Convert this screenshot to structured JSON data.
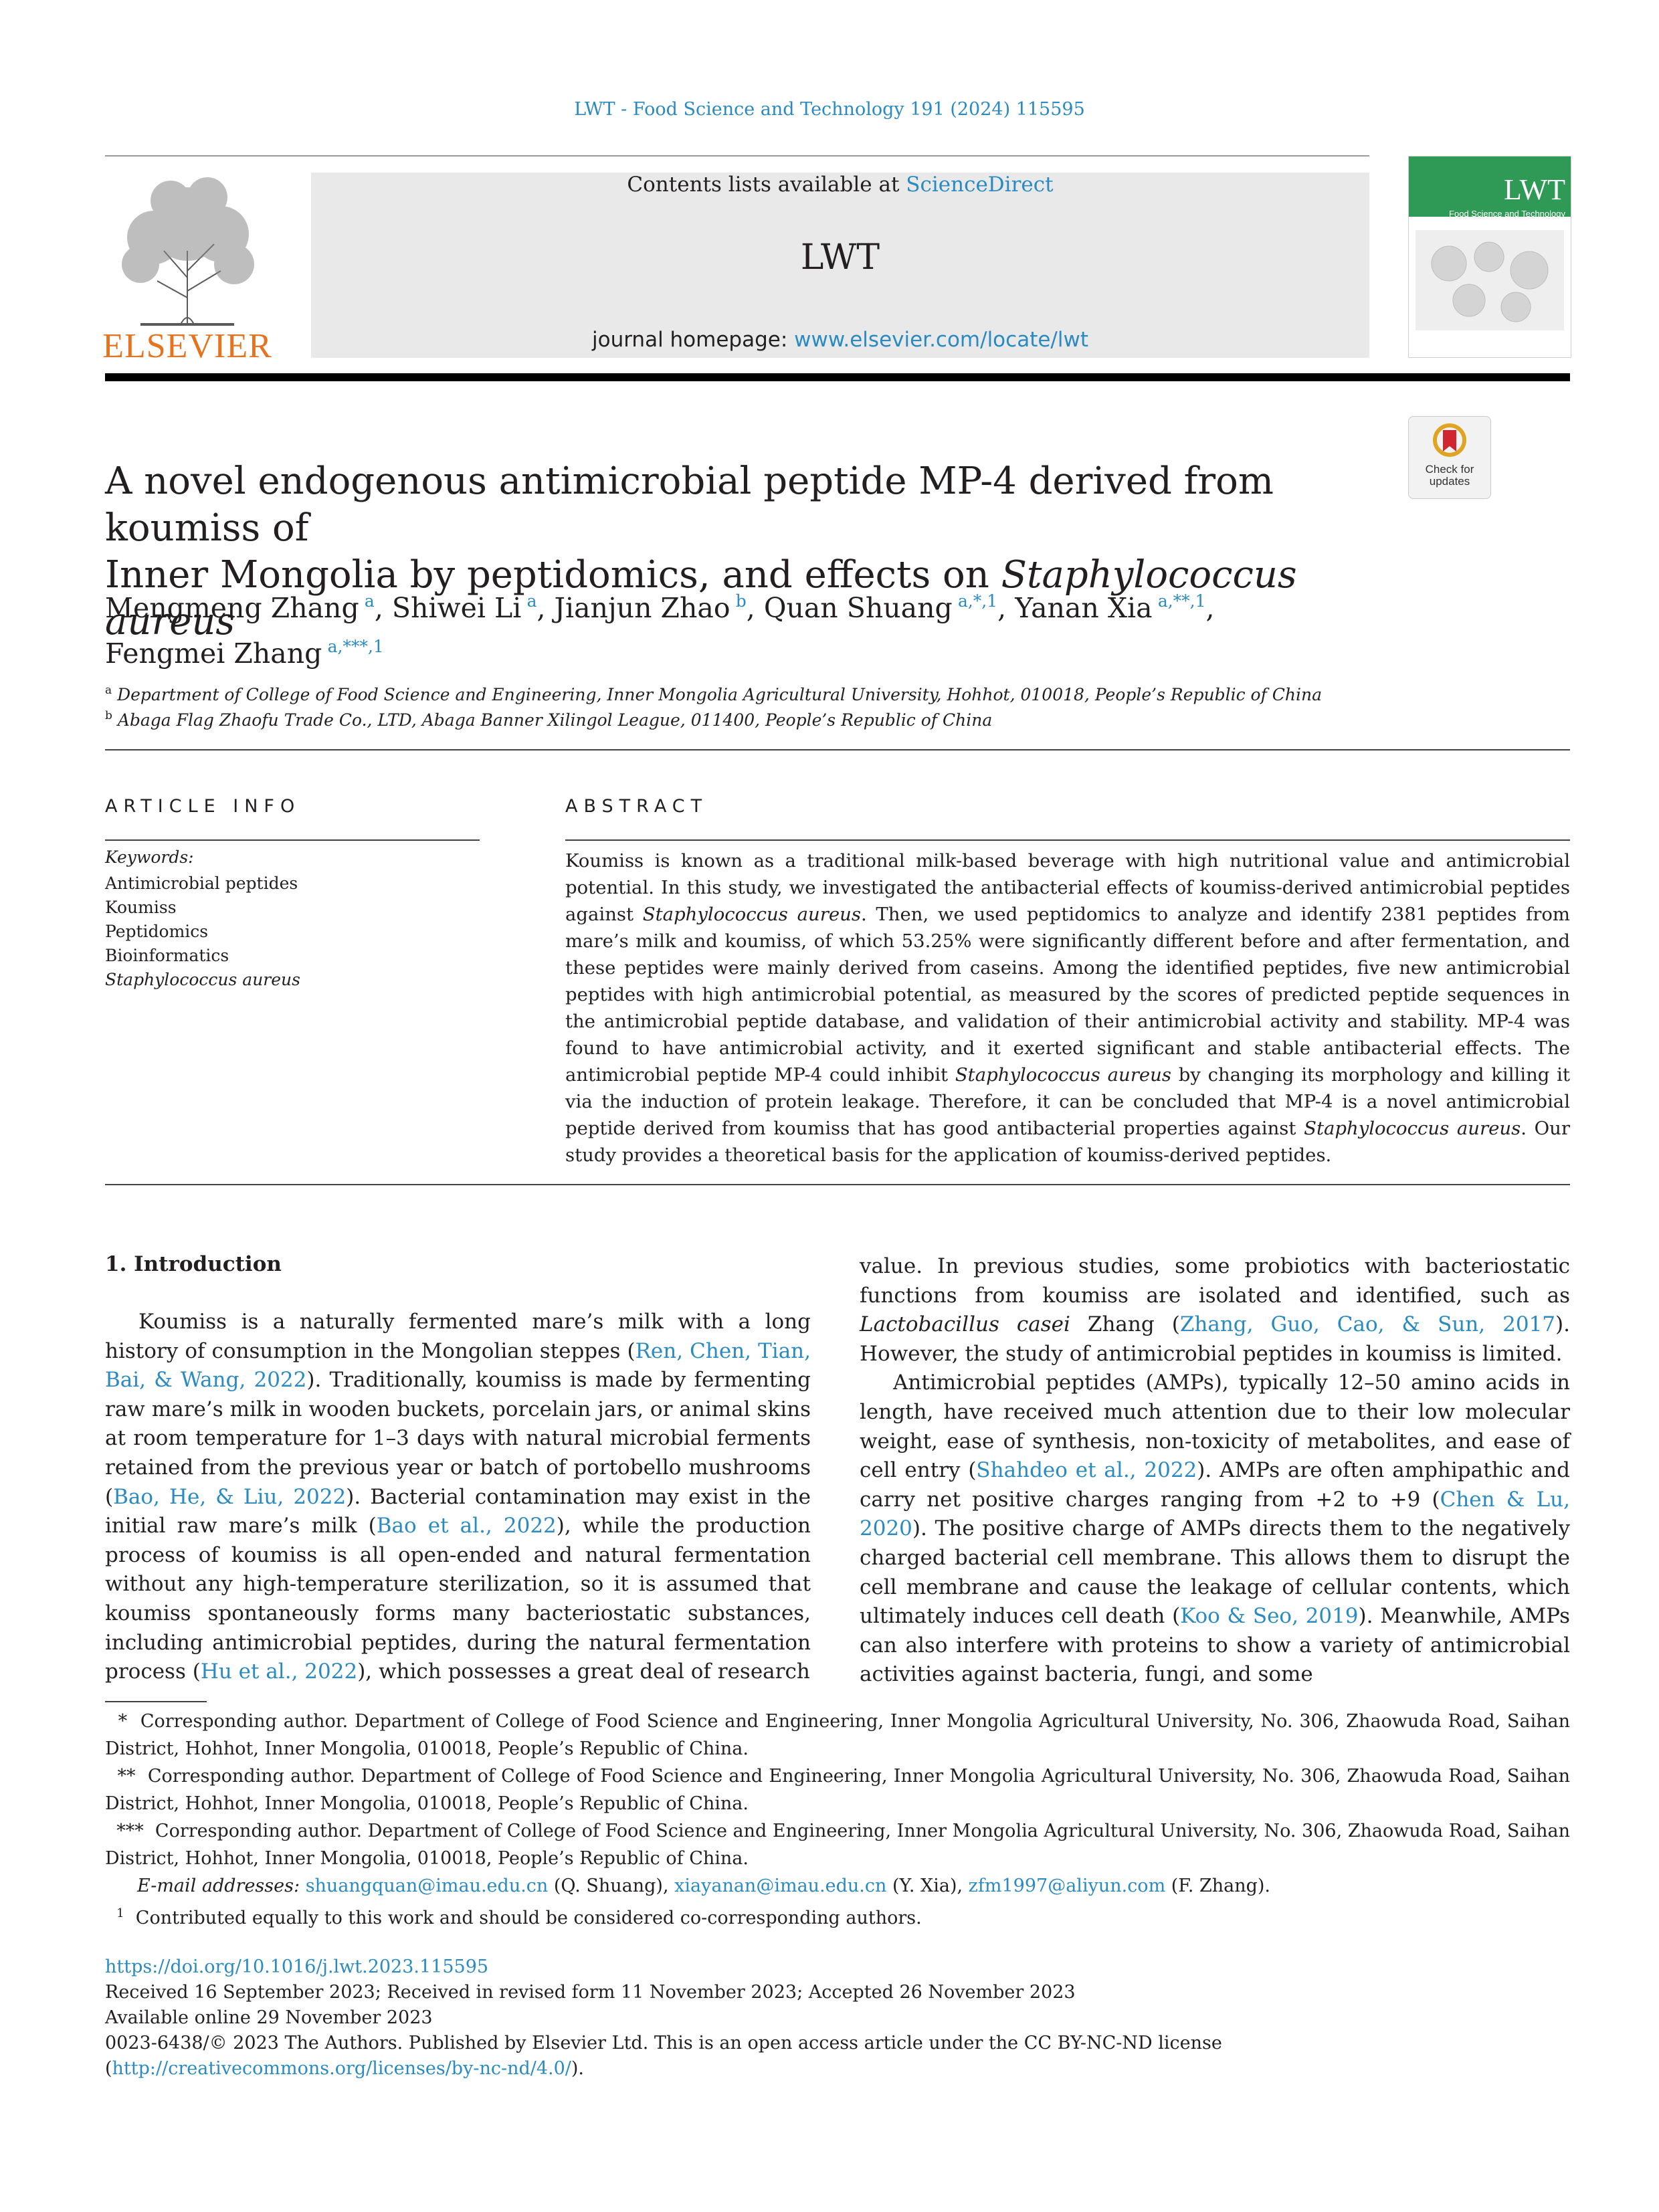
{
  "header": {
    "journal_ref": "LWT - Food Science and Technology 191 (2024) 115595",
    "contents_prefix": "Contents lists available at ",
    "contents_link": "ScienceDirect",
    "journal_name": "LWT",
    "homepage_prefix": "journal homepage: ",
    "homepage_link": "www.elsevier.com/locate/lwt",
    "publisher": "ELSEVIER",
    "cover_title": "LWT",
    "cover_subtitle": "Food Science and Technology",
    "check_updates": [
      "Check for",
      "updates"
    ]
  },
  "article": {
    "title_line1": "A novel endogenous antimicrobial peptide MP-4 derived from koumiss of",
    "title_line2_plain": "Inner Mongolia by peptidomics, and effects on ",
    "title_line2_italic": "Staphylococcus aureus",
    "authors": [
      {
        "name": "Mengmeng Zhang",
        "sup": "a",
        "sep": ", "
      },
      {
        "name": "Shiwei Li",
        "sup": "a",
        "sep": ", "
      },
      {
        "name": "Jianjun Zhao",
        "sup": "b",
        "sep": ", "
      },
      {
        "name": "Quan Shuang",
        "sup": "a,*,1",
        "sep": ", "
      },
      {
        "name": "Yanan Xia",
        "sup": "a,**,1",
        "sep": ","
      },
      {
        "name": "Fengmei Zhang",
        "sup": "a,***,1",
        "sep": ""
      }
    ],
    "affiliations": [
      {
        "mark": "a",
        "text": "Department of College of Food Science and Engineering, Inner Mongolia Agricultural University, Hohhot, 010018, People’s Republic of China"
      },
      {
        "mark": "b",
        "text": "Abaga Flag Zhaofu Trade Co., LTD, Abaga Banner Xilingol League, 011400, People’s Republic of China"
      }
    ]
  },
  "info": {
    "heading": "ARTICLE INFO",
    "keywords_label": "Keywords:",
    "keywords": [
      "Antimicrobial peptides",
      "Koumiss",
      "Peptidomics",
      "Bioinformatics",
      "Staphylococcus aureus"
    ]
  },
  "abstract": {
    "heading": "ABSTRACT",
    "p1": "Koumiss is known as a traditional milk-based beverage with high nutritional value and antimicrobial potential. In this study, we investigated the antibacterial effects of koumiss-derived antimicrobial peptides against ",
    "i1": "Staphylococcus aureus",
    "p2": ". Then, we used peptidomics to analyze and identify 2381 peptides from mare’s milk and koumiss, of which 53.25% were significantly different before and after fermentation, and these peptides were mainly derived from caseins. Among the identified peptides, five new antimicrobial peptides with high antimicrobial potential, as measured by the scores of predicted peptide sequences in the antimicrobial peptide database, and validation of their antimicrobial activity and stability. MP-4 was found to have antimicrobial activity, and it exerted significant and stable antibacterial effects. The antimicrobial peptide MP-4 could inhibit ",
    "i2": "Staphylococcus aureus",
    "p3": " by changing its morphology and killing it via the induction of protein leakage. Therefore, it can be concluded that MP-4 is a novel antimicrobial peptide derived from koumiss that has good antibacterial properties against ",
    "i3": "Staphylococcus aureus",
    "p4": ". Our study provides a theoretical basis for the application of koumiss-derived peptides."
  },
  "intro": {
    "heading": "1.  Introduction",
    "left": {
      "t1": "Koumiss is a naturally fermented mare’s milk with a long history of consumption in the Mongolian steppes (",
      "c1": "Ren, Chen, Tian, Bai, & Wang, 2022",
      "t2": "). Traditionally, koumiss is made by fermenting raw mare’s milk in wooden buckets, porcelain jars, or animal skins at room temperature for 1–3 days with natural microbial ferments retained from the previous year or batch of portobello mushrooms (",
      "c2": "Bao, He, & Liu, 2022",
      "t3": "). Bacterial contamination may exist in the initial raw mare’s milk (",
      "c3": "Bao et al., 2022",
      "t4": "), while the production process of koumiss is all open-ended and natural fermentation without any high-temperature sterilization, so it is assumed that koumiss spontaneously forms many bacteriostatic substances, including antimicrobial peptides, during the natural fermentation process (",
      "c4": "Hu et al., 2022",
      "t5": "), which possesses a great deal of research"
    },
    "right": {
      "t1": "value. In previous studies, some probiotics with bacteriostatic functions from koumiss are isolated and identified, such as ",
      "i1": "Lactobacillus casei",
      "t2": " Zhang (",
      "c1": "Zhang, Guo, Cao, & Sun, 2017",
      "t3": "). However, the study of antimicrobial peptides in koumiss is limited.",
      "t4": "Antimicrobial peptides (AMPs), typically 12–50 amino acids in length, have received much attention due to their low molecular weight, ease of synthesis, non-toxicity of metabolites, and ease of cell entry (",
      "c2": "Shahdeo et al., 2022",
      "t5": "). AMPs are often amphipathic and carry net positive charges ranging from +2 to +9 (",
      "c3": "Chen & Lu, 2020",
      "t6": "). The positive charge of AMPs directs them to the negatively charged bacterial cell membrane. This allows them to disrupt the cell membrane and cause the leakage of cellular contents, which ultimately induces cell death (",
      "c4": "Koo & Seo, 2019",
      "t7": "). Meanwhile, AMPs can also interfere with proteins to show a variety of antimicrobial activities against bacteria, fungi, and some"
    }
  },
  "footnotes": {
    "fn1_mark": "*",
    "fn1": "Corresponding author. Department of College of Food Science and Engineering, Inner Mongolia Agricultural University, No. 306, Zhaowuda Road, Saihan District, Hohhot, Inner Mongolia, 010018, People’s Republic of China.",
    "fn2_mark": "**",
    "fn2": "Corresponding author. Department of College of Food Science and Engineering, Inner Mongolia Agricultural University, No. 306, Zhaowuda Road, Saihan District, Hohhot, Inner Mongolia, 010018, People’s Republic of China.",
    "fn3_mark": "***",
    "fn3": "Corresponding author. Department of College of Food Science and Engineering, Inner Mongolia Agricultural University, No. 306, Zhaowuda Road, Saihan District, Hohhot, Inner Mongolia, 010018, People’s Republic of China.",
    "email_label": "E-mail addresses:",
    "email1": "shuangquan@imau.edu.cn",
    "email1_who": " (Q. Shuang), ",
    "email2": "xiayanan@imau.edu.cn",
    "email2_who": " (Y. Xia), ",
    "email3": "zfm1997@aliyun.com",
    "email3_who": " (F. Zhang).",
    "fn4_mark": "1",
    "fn4": "Contributed equally to this work and should be considered co-corresponding authors."
  },
  "bottom": {
    "doi": "https://doi.org/10.1016/j.lwt.2023.115595",
    "received": "Received 16 September 2023; Received in revised form 11 November 2023; Accepted 26 November 2023",
    "available": "Available online 29 November 2023",
    "license_prefix": "0023-6438/© 2023 The Authors. Published by Elsevier Ltd. This is an open access article under the CC BY-NC-ND license (",
    "license_link": "http://creativecommons.org/licenses/by-nc-nd/4.0/",
    "license_suffix": ")."
  },
  "colors": {
    "link": "#2a8ac2",
    "elsevier_orange": "#e6731d",
    "cover_green": "#2f9a55",
    "header_box": "#e9e9e9"
  }
}
